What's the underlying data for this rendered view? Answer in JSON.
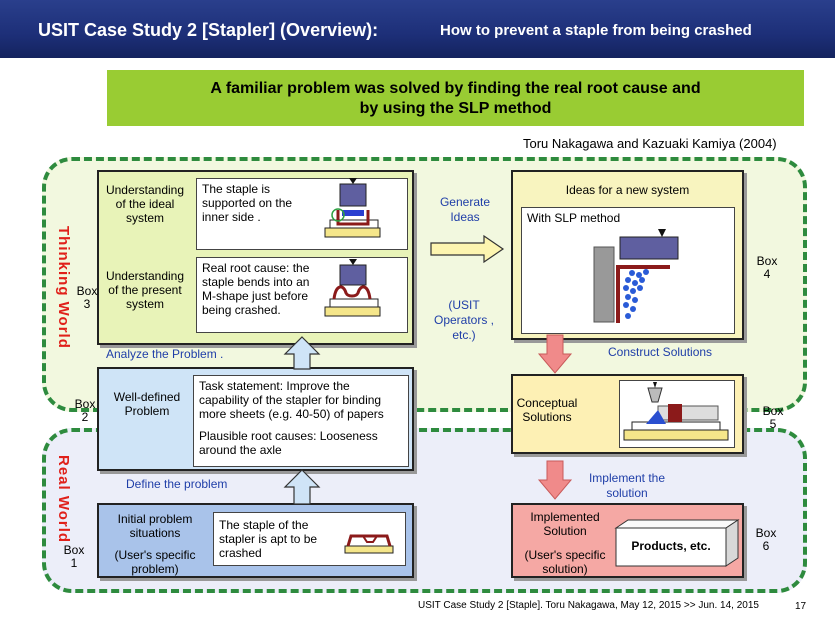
{
  "header": {
    "title": "USIT Case Study 2 [Stapler] (Overview):",
    "subtitle": "How to prevent a staple from being crashed"
  },
  "banner": {
    "line1": "A familiar problem was solved by finding the real root cause and",
    "line2_pre": "by using the ",
    "line2_bold": "SLP",
    "line2_post": " method"
  },
  "byline": "Toru Nakagawa and Kazuaki Kamiya (2004)",
  "worlds": {
    "thinking": "Thinking World",
    "real": "Real World"
  },
  "box3": {
    "label": "Box 3",
    "ideal_label": "Understanding of the ideal system",
    "ideal_text": "The staple is supported on the inner side .",
    "present_label": "Understanding of the present system",
    "present_text": "Real root cause: the staple bends into an M-shape just before being crashed."
  },
  "box2": {
    "label": "Box 2",
    "title": "Well-defined Problem",
    "task": "Task statement:   Improve the capability of the stapler for binding more sheets (e.g. 40-50) of papers",
    "causes": "Plausible root causes: Looseness around the axle"
  },
  "box1": {
    "label": "Box 1",
    "title": "Initial problem situations",
    "sub": "(User's specific problem)",
    "text": "The staple of the stapler is apt to be crashed"
  },
  "box4": {
    "label": "Box 4",
    "title": "Ideas for a new system",
    "inner": "With SLP method"
  },
  "box5": {
    "label": "Box 5",
    "title": "Conceptual Solutions"
  },
  "box6": {
    "label": "Box 6",
    "title": "Implemented Solution",
    "sub": "(User's specific solution)",
    "product": "Products, etc."
  },
  "flows": {
    "analyze": "Analyze the Problem .",
    "define": "Define the problem",
    "generate": "Generate Ideas",
    "operators": "(USIT Operators , etc.)",
    "construct": "Construct Solutions",
    "implement": "Implement the solution"
  },
  "footer": {
    "citation": "USIT Case Study 2 [Staple].  Toru Nakagawa, May 12, 2015 >> Jun. 14, 2015",
    "page": "17"
  },
  "colors": {
    "header": "#1d2f78",
    "banner": "#99cc33",
    "dashed_border": "#2e8b3e",
    "world_label": "#e0201a",
    "flow_text": "#1f3ea8",
    "box3_bg": "#e8f3b8",
    "box2_bg": "#cfe4f7",
    "box1_bg": "#a9c3ea",
    "box4_bg": "#f8f4bf",
    "box5_bg": "#fdf0b4",
    "box6_bg": "#f5a8a4",
    "up_arrow": "#cfe4f7",
    "down_arrow": "#f08a8a"
  }
}
